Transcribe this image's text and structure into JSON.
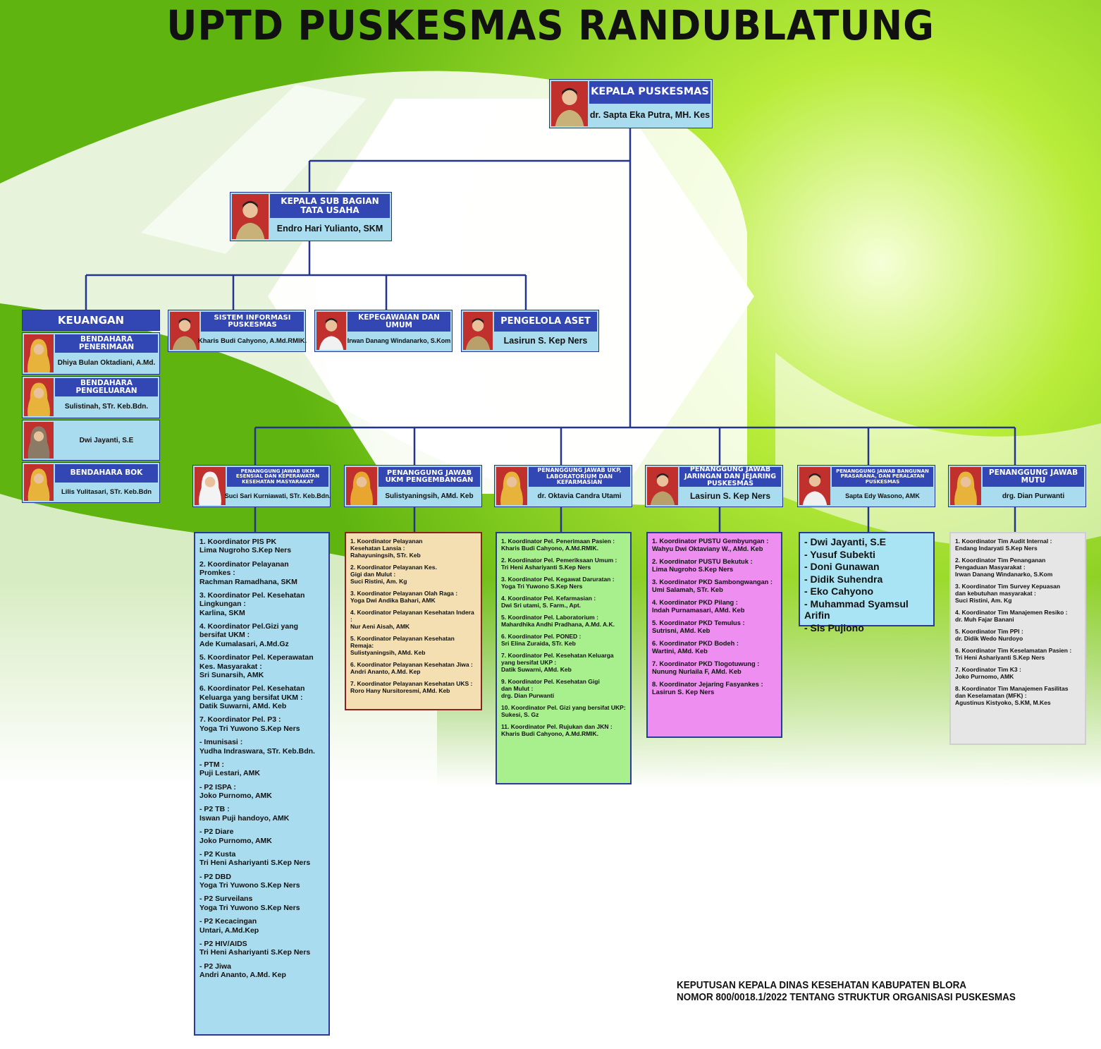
{
  "title": "UPTD PUSKESMAS RANDUBLATUNG",
  "colors": {
    "header_bar": "#3247b4",
    "name_bar": "#a9dcee",
    "connector": "#24348f",
    "photo_bg": "#c0302d"
  },
  "kepala": {
    "role": "KEPALA  PUSKESMAS",
    "name": "dr. Sapta Eka Putra, MH. Kes"
  },
  "tata_usaha": {
    "role": "KEPALA SUB BAGIAN TATA USAHA",
    "name": "Endro Hari Yulianto, SKM"
  },
  "keuangan": {
    "title": "KEUANGAN",
    "items": [
      {
        "role": "BENDAHARA  PENERIMAAN",
        "name": "Dhiya Bulan Oktadiani, A.Md."
      },
      {
        "role": "BENDAHARA  PENGELUARAN",
        "name": "Sulistinah, STr. Keb.Bdn."
      },
      {
        "role": "",
        "name": "Dwi Jayanti, S.E"
      },
      {
        "role": "BENDAHARA  BOK",
        "name": "Lilis Yulitasari, STr. Keb.Bdn"
      }
    ]
  },
  "tu_units": [
    {
      "role": "SISTEM INFORMASI PUSKESMAS",
      "name": "Kharis Budi Cahyono, A.Md.RMIK."
    },
    {
      "role": "KEPEGAWAIAN DAN UMUM",
      "name": "Irwan Danang Windanarko, S.Kom"
    },
    {
      "role": "PENGELOLA  ASET",
      "name": "Lasirun S. Kep Ners"
    }
  ],
  "pj": [
    {
      "role": "PENANGGUNG JAWAB UKM ESENSIAL DAN KEPERAWATAN KESEHATAN MASYARAKAT",
      "name": "Suci Sari Kurniawati, STr. Keb.Bdn."
    },
    {
      "role": "PENANGGUNG JAWAB UKM PENGEMBANGAN",
      "name": "Sulistyaningsih, AMd. Keb"
    },
    {
      "role": "PENANGGUNG JAWAB UKP, LABORATORIUM DAN KEFARMASIAN",
      "name": "dr. Oktavia Candra Utami"
    },
    {
      "role": "PENANGGUNG JAWAB JARINGAN DAN JEJARING PUSKESMAS",
      "name": "Lasirun S. Kep Ners"
    },
    {
      "role": "PENANGGUNG JAWAB BANGUNAN PRASARANA, DAN PERALATAN PUSKESMAS",
      "name": "Sapta Edy Wasono, AMK"
    },
    {
      "role": "PENANGGUNG JAWAB MUTU",
      "name": "drg. Dian Purwanti"
    }
  ],
  "lists": [
    {
      "items": [
        "1. Koordinator PIS PK\n    Lima Nugroho S.Kep Ners",
        "2. Koordinator Pelayanan\n    Promkes :\n    Rachman Ramadhana, SKM",
        "3. Koordinator Pel. Kesehatan\n    Lingkungan :\n    Karlina, SKM",
        "4. Koordinator Pel.Gizi yang\n    bersifat UKM :\n    Ade Kumalasari, A.Md.Gz",
        "5. Koordinator Pel. Keperawatan\n    Kes. Masyarakat :\n    Sri Sunarsih, AMK",
        "6. Koordinator Pel. Kesehatan\n    Keluarga yang bersifat UKM :\n    Datik Suwarni, AMd. Keb",
        "7. Koordinator Pel. P3 :\n    Yoga Tri Yuwono S.Kep Ners",
        "  - Imunisasi :\n    Yudha Indraswara, STr. Keb.Bdn.",
        "  - PTM :\n    Puji Lestari, AMK",
        "  - P2 ISPA :\n    Joko Purnomo, AMK",
        "  - P2 TB :\n    Iswan Puji handoyo, AMK",
        "  - P2 Diare\n    Joko Purnomo, AMK",
        "  - P2 Kusta\n    Tri Heni Ashariyanti S.Kep Ners",
        "  - P2 DBD\n    Yoga Tri Yuwono S.Kep Ners",
        "  - P2 Surveilans\n    Yoga Tri Yuwono S.Kep Ners",
        "  - P2 Kecacingan\n    Untari, A.Md.Kep",
        "  - P2 HIV/AIDS\n    Tri Heni Ashariyanti S.Kep Ners",
        "  - P2 Jiwa\n    Andri Ananto, A.Md. Kep"
      ]
    },
    {
      "items": [
        "1. Koordinator Pelayanan\n    Kesehatan Lansia :\n    Rahayuningsih, STr. Keb",
        "2. Koordinator Pelayanan Kes.\n    Gigi dan Mulut :\n    Suci Ristini, Am. Kg",
        "3. Koordinator Pelayanan Olah Raga :\n    Yoga Dwi Andika Bahari, AMK",
        "4. Koordinator Pelayanan Kesehatan Indera :\n    Nur Aeni Aisah, AMK",
        "5. Koordinator Pelayanan Kesehatan Remaja:\n    Sulistyaningsih, AMd. Keb",
        "6. Koordinator Pelayanan Kesehatan Jiwa :\n    Andri Ananto, A.Md. Kep",
        "7. Koordinator Pelayanan Kesehatan UKS :\n    Roro Hany Nursitoresmi, AMd. Keb"
      ]
    },
    {
      "items": [
        "1. Koordinator Pel. Penerimaan Pasien :\n    Kharis Budi Cahyono, A.Md.RMIK.",
        "2. Koordinator Pel. Pemeriksaan Umum :\n    Tri Heni Ashariyanti S.Kep Ners",
        "3. Koordinator Pel. Kegawat Daruratan :\n    Yoga Tri Yuwono S.Kep Ners",
        "4. Koordinator Pel. Kefarmasian :\n    Dwi Sri utami, S. Farm., Apt.",
        "5. Koordinator Pel. Laboratorium :\n    Mahardhika Andhi Pradhana, A.Md. A.K.",
        "6. Koordinator Pel. PONED :\n    Sri Elina Zuraida, STr. Keb",
        "7. Koordinator Pel. Kesehatan Keluarga\n    yang bersifat UKP :\n    Datik Suwarni, AMd. Keb",
        "9. Koordinator Pel. Kesehatan Gigi\n    dan Mulut :\n    drg. Dian Purwanti",
        "10. Koordinator Pel. Gizi yang bersifat UKP:\n    Sukesi, S. Gz",
        "11. Koordinator Pel. Rujukan dan JKN :\n    Kharis Budi Cahyono, A.Md.RMIK."
      ]
    },
    {
      "items": [
        "1. Koordinator PUSTU Gembyungan :\n    Wahyu Dwi Oktaviany W., AMd. Keb",
        "2. Koordinator PUSTU Bekutuk :\n    Lima Nugroho S.Kep Ners",
        "3. Koordinator PKD Sambongwangan :\n    Umi Salamah, STr. Keb",
        "4. Koordinator PKD Pilang :\n    Indah Purnamasari, AMd. Keb",
        "5. Koordinator PKD Temulus :\n    Sutrisni, AMd. Keb",
        "6. Koordinator PKD Bodeh :\n    Wartini, AMd. Keb",
        "7. Koordinator PKD Tlogotuwung :\n    Nunung Nurlaila F, AMd. Keb",
        "8. Koordinator Jejaring Fasyankes :\n    Lasirun S. Kep Ners"
      ]
    },
    {
      "items": [
        "- Dwi Jayanti, S.E",
        "- Yusuf Subekti",
        "- Doni Gunawan",
        "- Didik Suhendra",
        "- Eko Cahyono",
        "- Muhammad Syamsul Arifin",
        "- Sis Pujiono"
      ]
    },
    {
      "items": [
        "1. Koordinator Tim Audit Internal :\n    Endang Indaryati S.Kep Ners",
        "2. Koordinator Tim Penanganan\n    Pengaduan Masyarakat :\n    Irwan Danang Windanarko, S.Kom",
        "3. Koordinator Tim Survey Kepuasan\n    dan kebutuhan masyarakat :\n    Suci Ristini, Am. Kg",
        "4. Koordinator Tim Manajemen Resiko :\n    dr. Muh Fajar Banani",
        "5. Koordinator Tim PPI :\n    dr. Didik Wedo Nurdoyo",
        "6. Koordinator Tim Keselamatan Pasien :\n    Tri Heni Ashariyanti S.Kep Ners",
        "7. Koordinator Tim K3 :\n    Joko Purnomo, AMK",
        "8. Koordinator Tim Manajemen Fasilitas\n    dan Keselamatan (MFK) :\n    Agustinus Kistyoko, S.KM, M.Kes"
      ]
    }
  ],
  "footer": {
    "line1": "KEPUTUSAN KEPALA DINAS KESEHATAN KABUPATEN BLORA",
    "line2": "NOMOR 800/0018.1/2022 TENTANG STRUKTUR ORGANISASI PUSKESMAS"
  }
}
